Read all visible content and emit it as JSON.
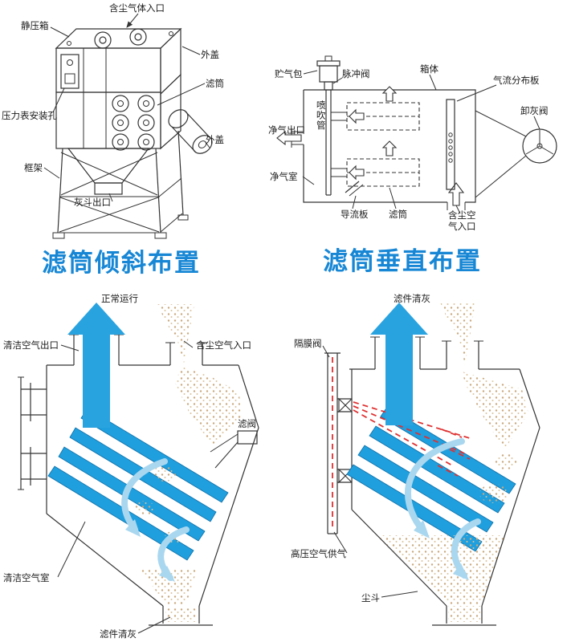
{
  "section_titles": {
    "inclined": "滤筒倾斜布置",
    "vertical": "滤筒垂直布置"
  },
  "inclined_diagram": {
    "labels": {
      "static_pressure_box": "静压箱",
      "dust_gas_inlet": "含尘气体入口",
      "outer_cover_top": "外盖",
      "filter_cartridge": "滤筒",
      "pressure_gauge_hole": "压力表安装孔",
      "outer_cover_side": "外盖",
      "frame": "框架",
      "ash_hopper_outlet": "灰斗出口"
    }
  },
  "vertical_diagram": {
    "labels": {
      "air_reservoir": "贮气包",
      "pulse_valve": "脉冲阀",
      "housing": "箱体",
      "airflow_distribution_plate": "气流分布板",
      "blow_pipe": "喷吹管",
      "clean_air_outlet": "净气出口",
      "clean_air_chamber": "净气室",
      "ash_discharge_valve": "卸灰阀",
      "guide_plate": "导流板",
      "filter_cartridge": "滤筒",
      "dust_air_inlet": "含尘空气入口"
    }
  },
  "normal_operation_diagram": {
    "title": "正常运行",
    "labels": {
      "clean_air_outlet": "清洁空气出口",
      "dust_air_inlet": "含尘空气入口",
      "filter_valve": "滤阀",
      "clean_air_chamber": "清洁空气室",
      "filter_cleaning": "滤件清灰"
    }
  },
  "cleaning_diagram": {
    "title": "滤件清灰",
    "labels": {
      "diaphragm_valve": "隔膜阀",
      "high_pressure_air_supply": "高压空气供气",
      "dust_hopper": "尘斗"
    }
  },
  "colors": {
    "title_blue": "#1787d5",
    "arrow_blue": "#29a3e0",
    "bar_blue": "#1f9fde",
    "soft_blue": "#a9d7ef",
    "dust_tan": "#cbae83",
    "pulse_red": "#e03131",
    "line": "#333333"
  }
}
